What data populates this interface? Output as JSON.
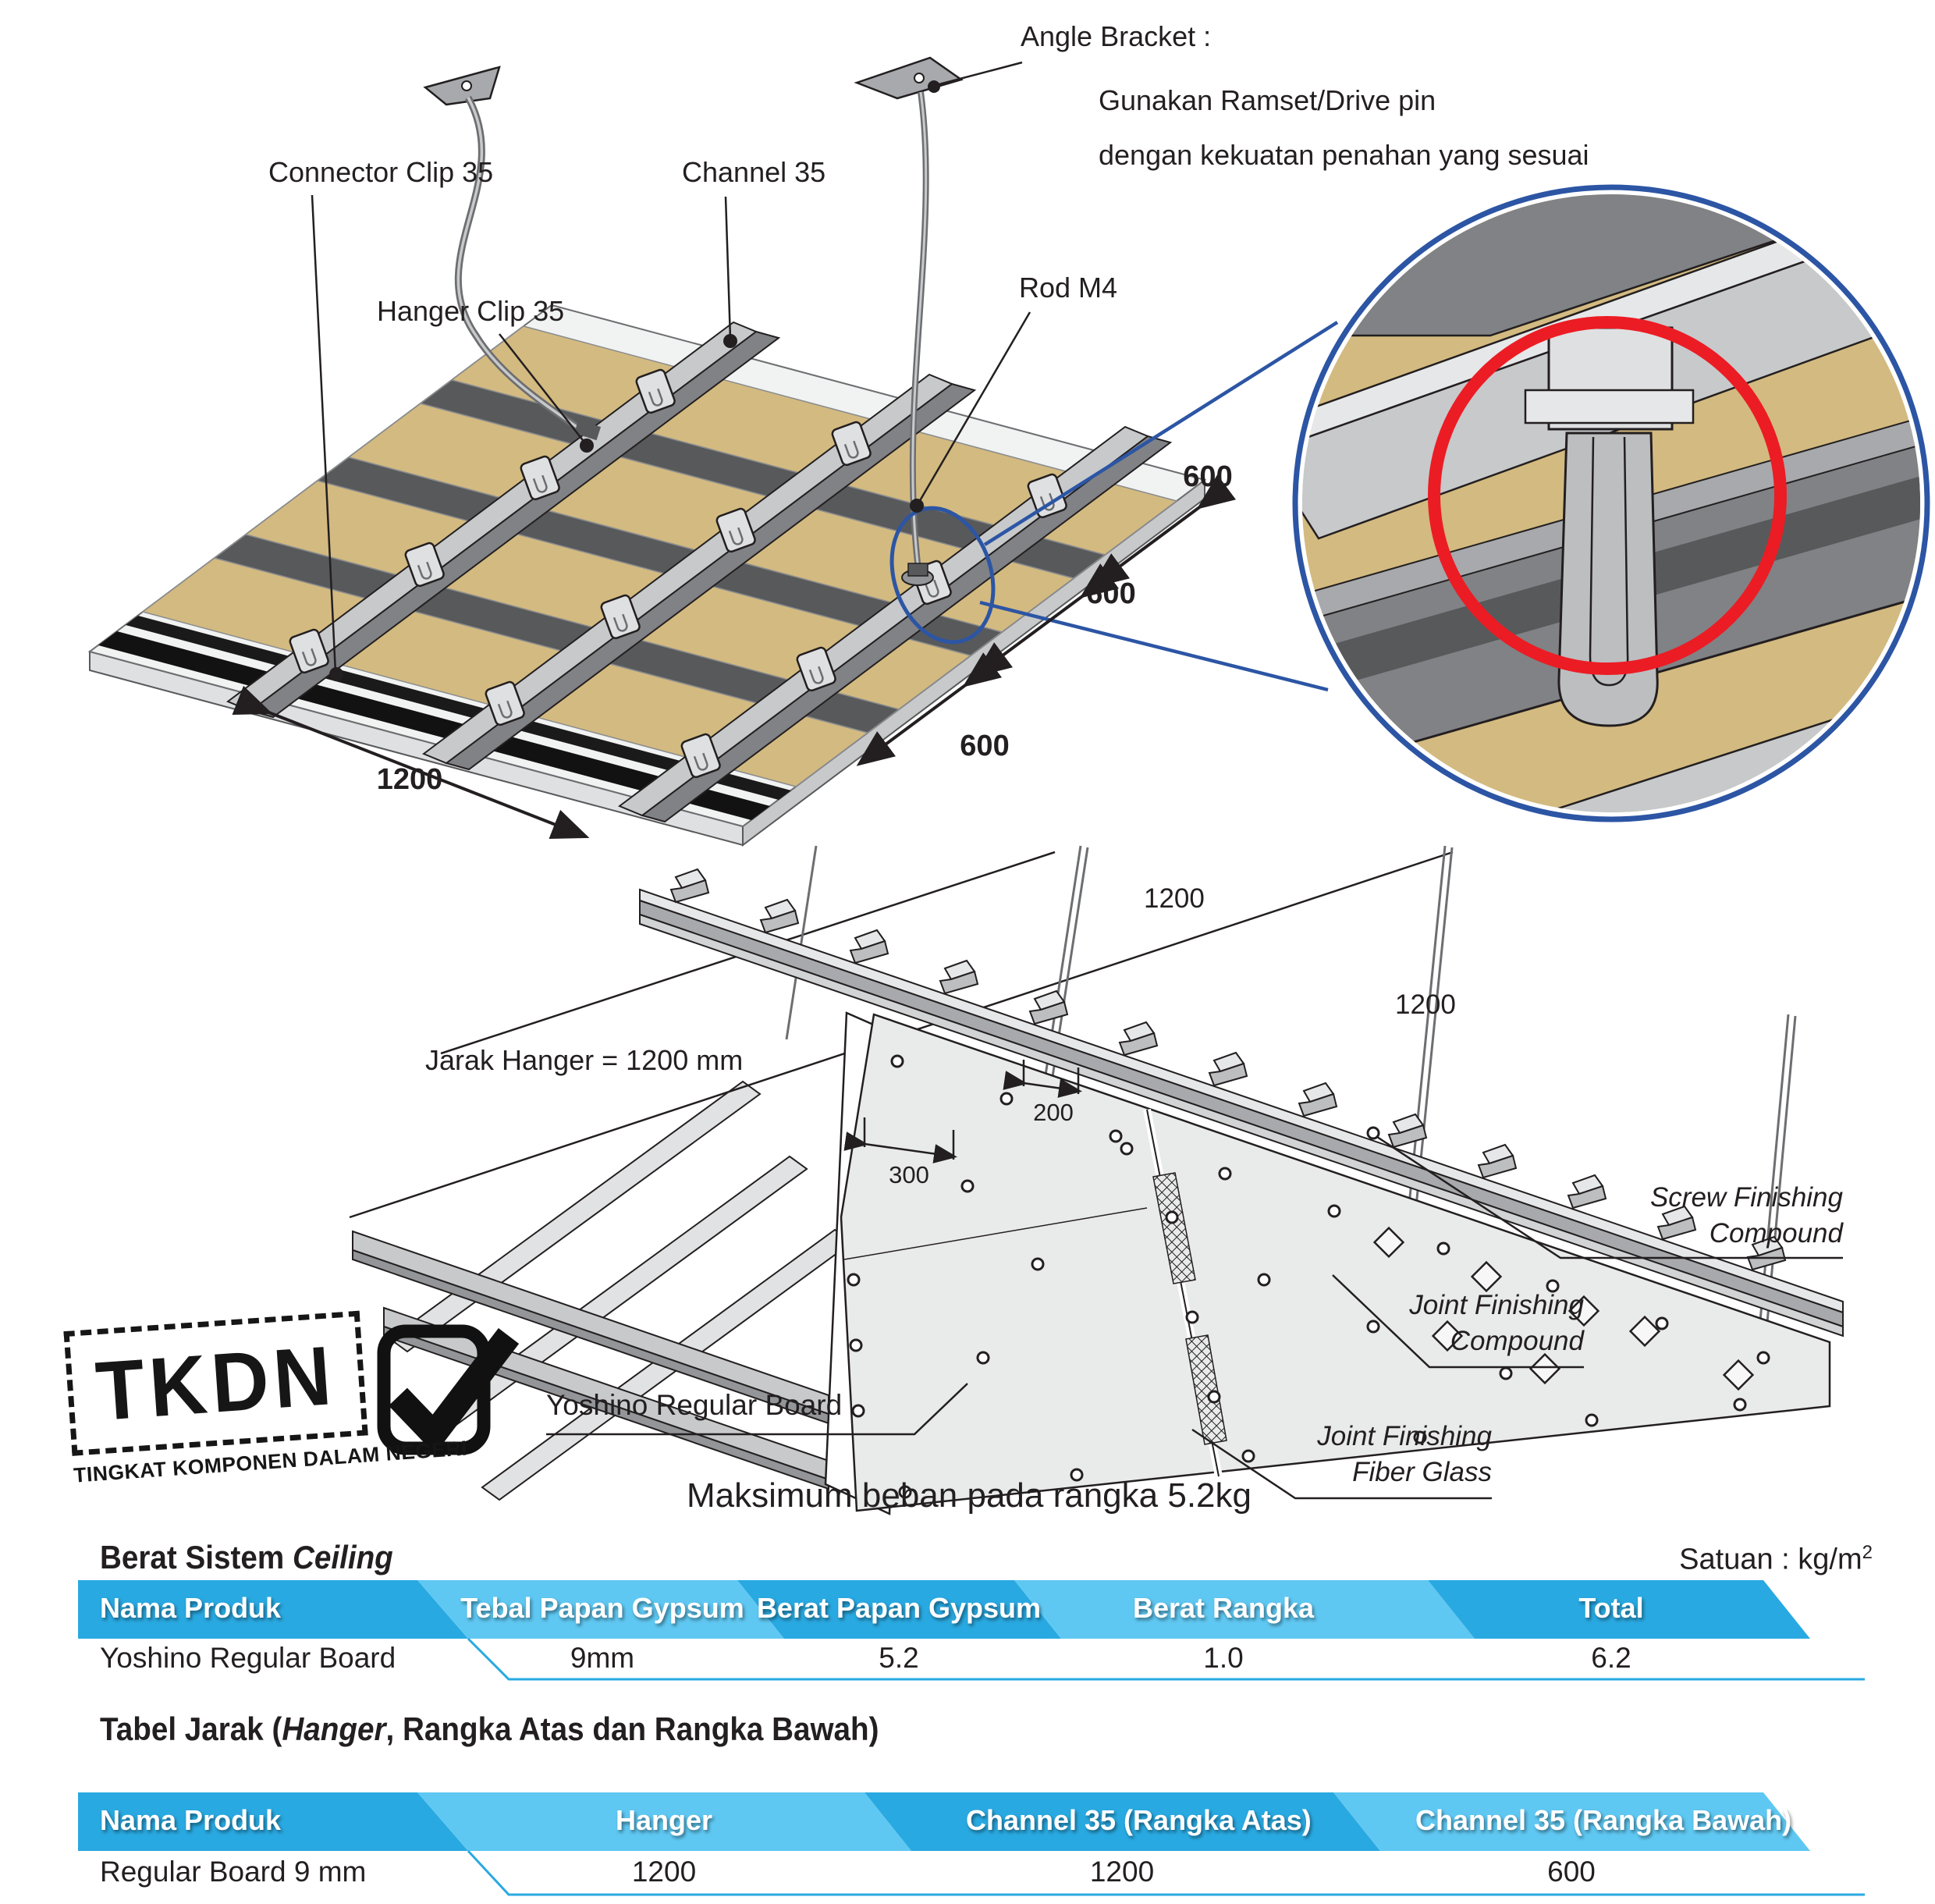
{
  "top_diagram": {
    "labels": {
      "connector_clip": "Connector Clip 35",
      "channel_35": "Channel 35",
      "hanger_clip": "Hanger Clip 35",
      "rod_m4": "Rod M4",
      "angle_bracket_title": "Angle Bracket :",
      "angle_bracket_note_line1": "Gunakan Ramset/Drive pin",
      "angle_bracket_note_line2": "dengan kekuatan penahan yang sesuai"
    },
    "dimensions": {
      "width": "1200",
      "spacing_top": "600",
      "spacing_mid": "600",
      "spacing_bottom": "600"
    }
  },
  "middle_diagram": {
    "labels": {
      "jarak_hanger": "Jarak Hanger = 1200 mm",
      "board": "Yoshino Regular Board",
      "screw_finishing_line1": "Screw Finishing",
      "screw_finishing_line2": "Compound",
      "joint_compound_line1": "Joint Finishing",
      "joint_compound_line2": "Compound",
      "joint_fiber_line1": "Joint Finishing",
      "joint_fiber_line2": "Fiber Glass"
    },
    "dimensions": {
      "panel_span_a": "1200",
      "panel_span_b": "1200",
      "screw_spacing_field": "300",
      "screw_spacing_joint": "200"
    },
    "max_load_note": "Maksimum beban pada rangka 5.2kg"
  },
  "tkdn": {
    "stamp_text": "TKDN",
    "stamp_subtitle": "TINGKAT KOMPONEN DALAM NEGERI"
  },
  "weight_table": {
    "title_prefix": "Berat Sistem ",
    "title_italic": "Ceiling",
    "unit_prefix": "Satuan : kg/m",
    "unit_superscript": "2",
    "headers": [
      "Nama Produk",
      "Tebal Papan Gypsum",
      "Berat Papan Gypsum",
      "Berat Rangka",
      "Total"
    ],
    "rows": [
      [
        "Yoshino Regular Board",
        "9mm",
        "5.2",
        "1.0",
        "6.2"
      ]
    ]
  },
  "spacing_table": {
    "title_prefix": "Tabel Jarak  (",
    "title_italic": "Hanger",
    "title_suffix": ", Rangka Atas dan Rangka Bawah)",
    "headers": [
      "Nama Produk",
      "Hanger",
      "Channel 35 (Rangka Atas)",
      "Channel 35 (Rangka Bawah)"
    ],
    "rows": [
      [
        "Regular Board 9 mm",
        "1200",
        "1200",
        "600"
      ]
    ]
  },
  "colors": {
    "accent_dark_blue": "#29A9E1",
    "accent_light_blue": "#5FC8F2",
    "inset_ring_blue": "#2C55A4",
    "highlight_red": "#EC1C24",
    "board_tan": "#D3BA80",
    "text_dark": "#231F20"
  }
}
